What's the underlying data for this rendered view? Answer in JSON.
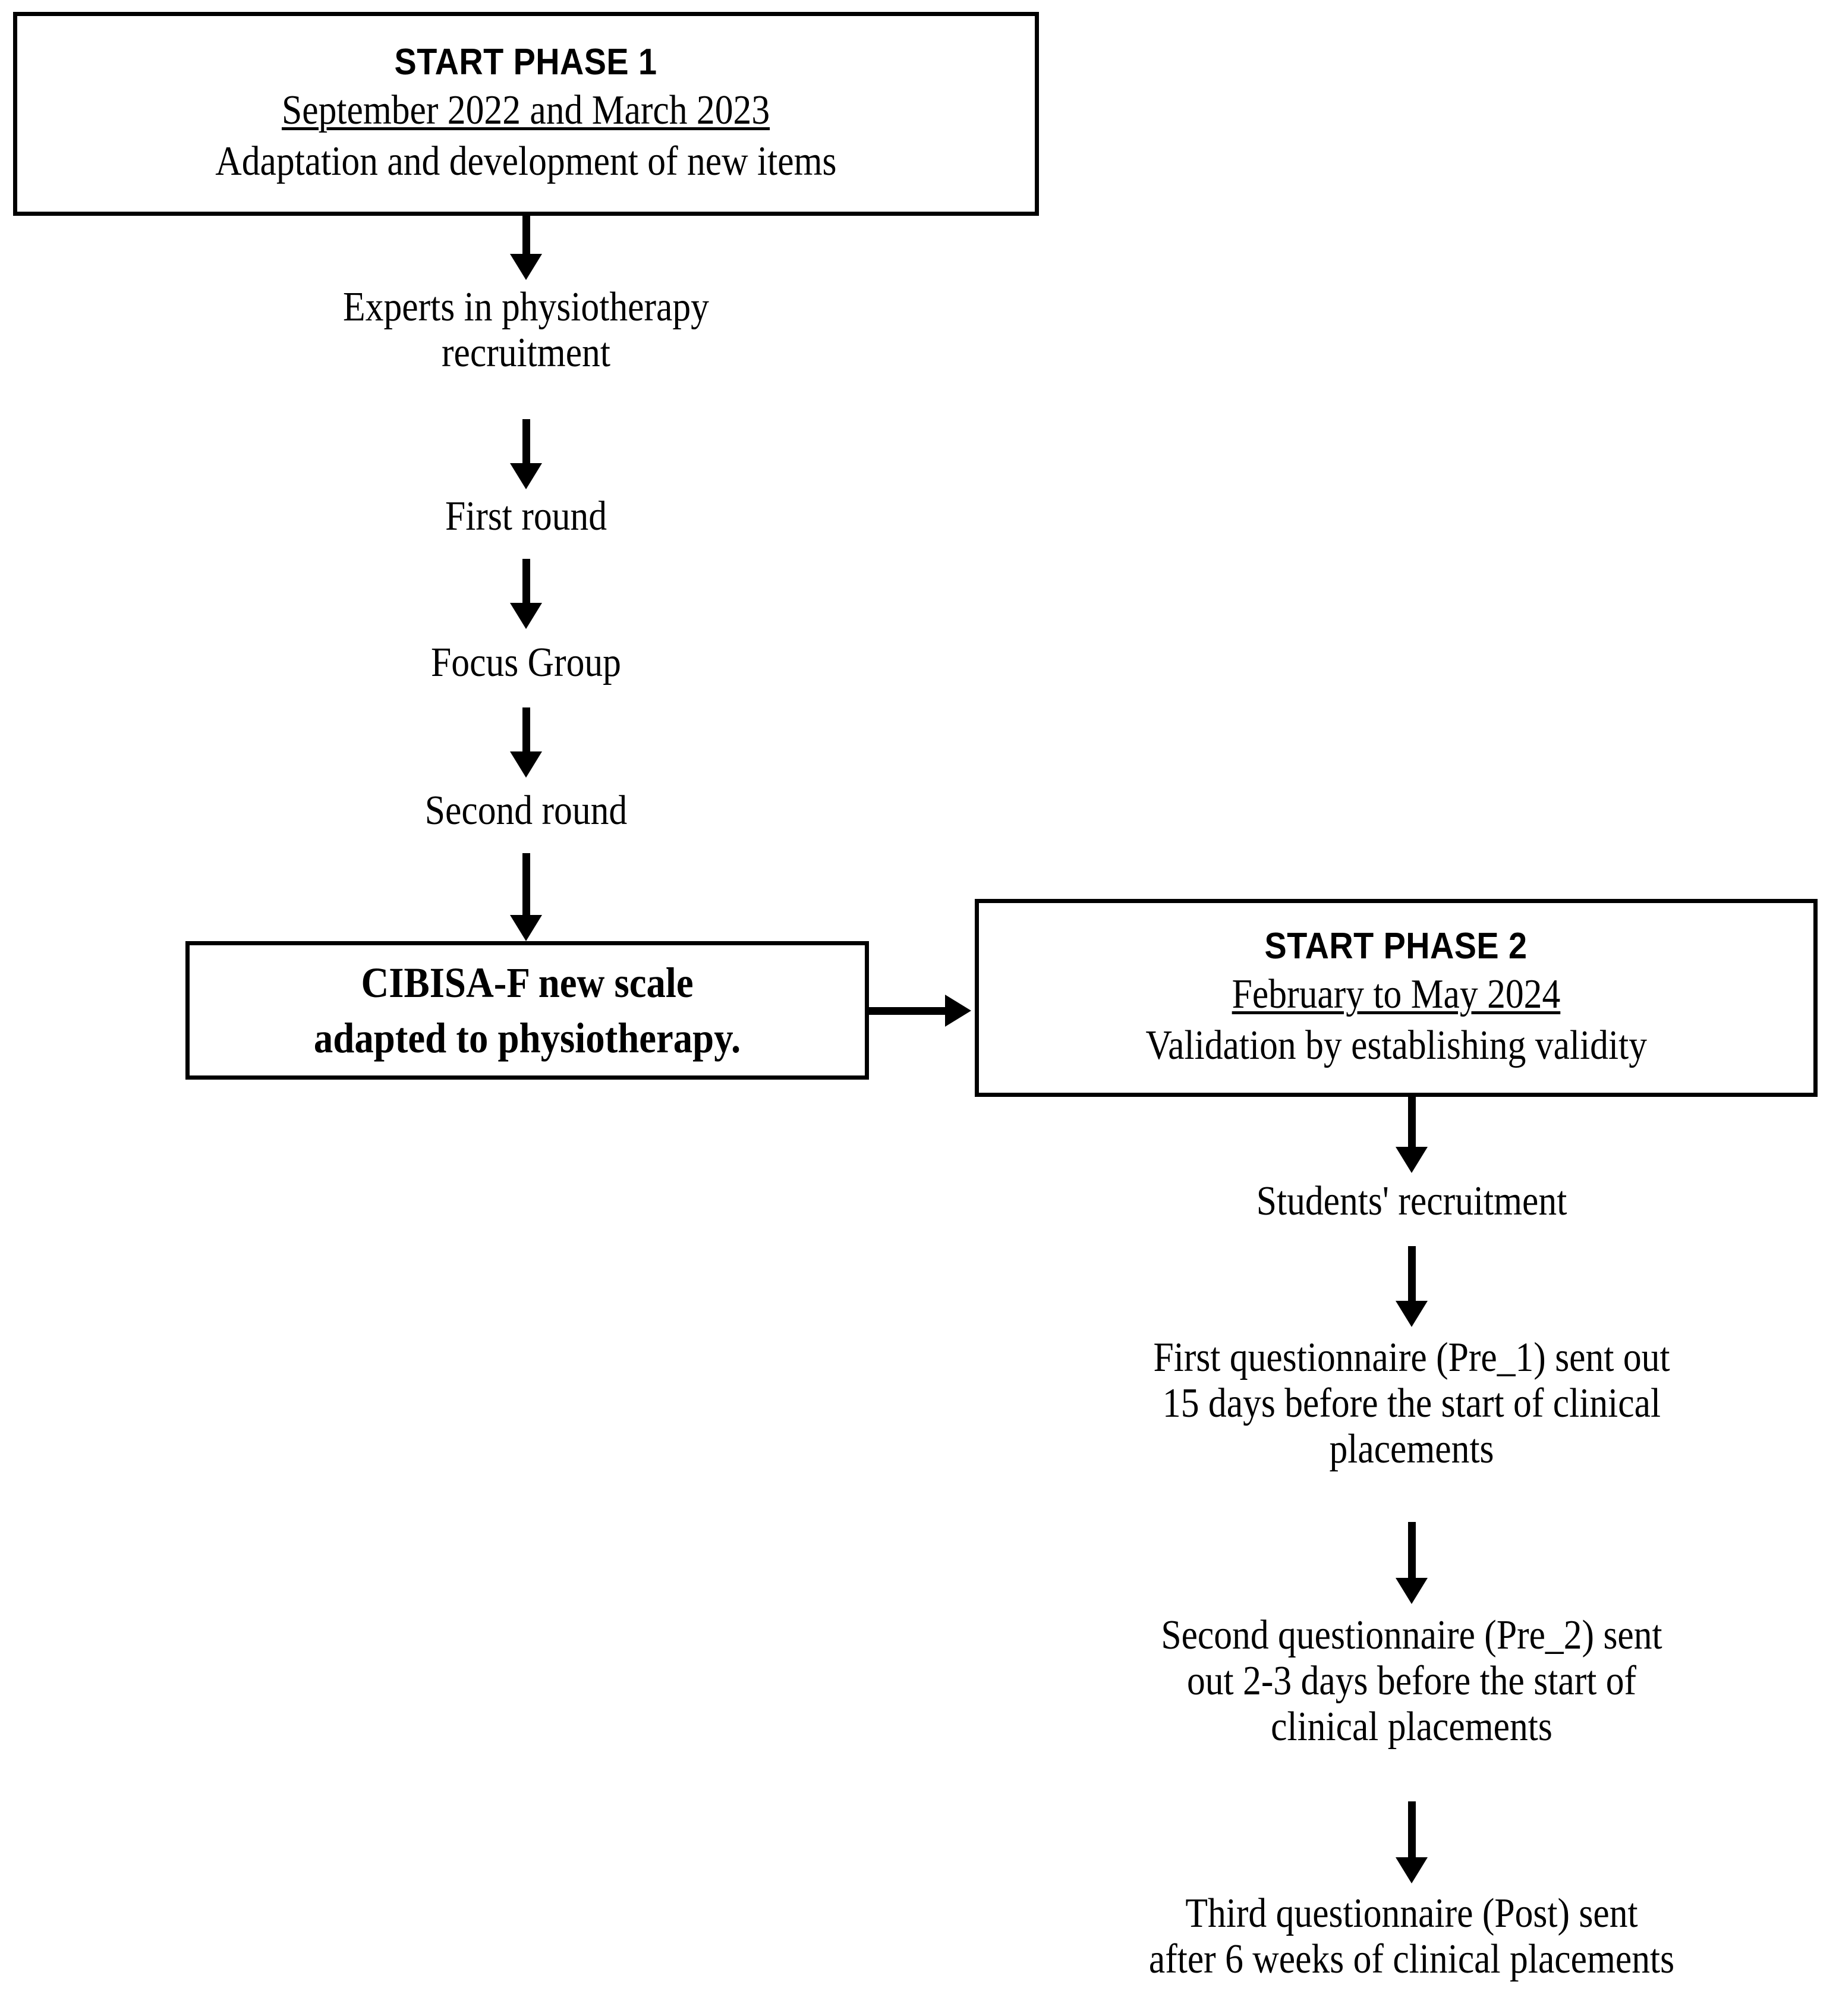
{
  "diagram": {
    "title": "CIBISA-F scale adaptation and validation study flowchart",
    "line_color": "#000000",
    "background_color": "#ffffff"
  },
  "phase1": {
    "title": "START PHASE 1",
    "date": "September 2022 and March 2023",
    "description": "Adaptation and development of new items",
    "steps": [
      {
        "line1": "Experts in physiotherapy",
        "line2": "recruitment"
      },
      {
        "line1": "First round",
        "line2": ""
      },
      {
        "line1": "Focus Group",
        "line2": ""
      },
      {
        "line1": "Second round",
        "line2": ""
      }
    ],
    "result": {
      "line1": "CIBISA-F new scale",
      "line2": "adapted to physiotherapy."
    }
  },
  "phase2": {
    "title": "START PHASE 2",
    "date": "February to May 2024",
    "description": "Validation by establishing validity",
    "steps": [
      {
        "line1": "Students' recruitment",
        "line2": "",
        "line3": ""
      },
      {
        "line1": "First questionnaire (Pre_1) sent out",
        "line2": "15 days before the start of clinical",
        "line3": "placements"
      },
      {
        "line1": "Second questionnaire (Pre_2) sent",
        "line2": "out 2-3 days before the start of",
        "line3": "clinical placements"
      },
      {
        "line1": "Third questionnaire (Post)  sent",
        "line2": "after 6 weeks of clinical placements",
        "line3": ""
      }
    ]
  }
}
